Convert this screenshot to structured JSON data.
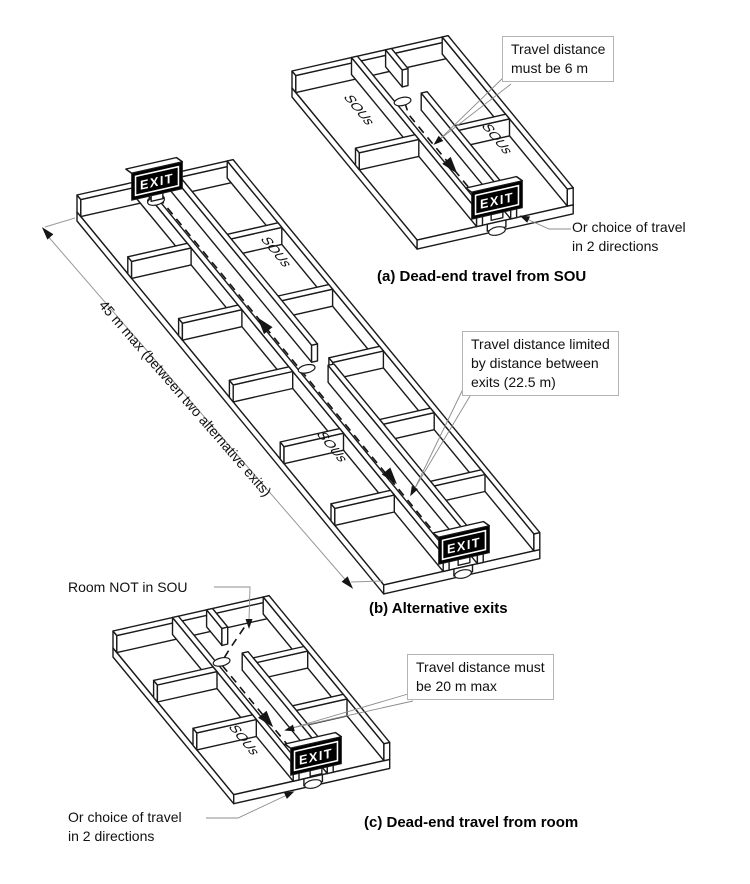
{
  "exit_label": "EXIT",
  "panel_a": {
    "caption": "(a) Dead-end travel from SOU",
    "callout_lines": [
      "Travel distance",
      "must be 6 m"
    ],
    "choice_lines": [
      "Or choice of travel",
      "in 2 directions"
    ],
    "sou_left": "SOUs",
    "sou_right": "SOUs"
  },
  "panel_b": {
    "caption": "(b) Alternative exits",
    "callout_lines": [
      "Travel distance limited",
      "by distance between",
      "exits (22.5 m)"
    ],
    "dimension_label": "45 m max (between two alternative exits)",
    "sou_upper": "SOUs",
    "sou_lower": "SOUs"
  },
  "panel_c": {
    "caption": "(c) Dead-end travel from room",
    "room_label": "Room NOT in SOU",
    "callout_lines": [
      "Travel distance must",
      "be 20 m max"
    ],
    "choice_lines": [
      "Or choice of travel",
      "in 2 directions"
    ],
    "sou": "SOUs"
  },
  "colors": {
    "line": "#1a1a1a",
    "leader": "#8c8c8c",
    "callout_border": "#b3b3b3",
    "dimension": "#999999",
    "exit_bg": "#000000",
    "exit_text": "#ffffff",
    "background": "#ffffff"
  }
}
